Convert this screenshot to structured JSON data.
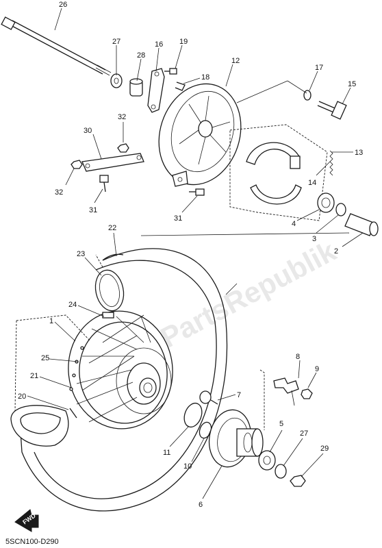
{
  "diagram": {
    "code": "5SCN100-D290",
    "watermark": "PartsRepublik",
    "fwd_label": "FWD",
    "callouts": [
      {
        "id": "c26",
        "label": "26"
      },
      {
        "id": "c27a",
        "label": "27"
      },
      {
        "id": "c28",
        "label": "28"
      },
      {
        "id": "c16",
        "label": "16"
      },
      {
        "id": "c19",
        "label": "19"
      },
      {
        "id": "c18",
        "label": "18"
      },
      {
        "id": "c12",
        "label": "12"
      },
      {
        "id": "c17",
        "label": "17"
      },
      {
        "id": "c15",
        "label": "15"
      },
      {
        "id": "c32a",
        "label": "32"
      },
      {
        "id": "c30",
        "label": "30"
      },
      {
        "id": "c32b",
        "label": "32"
      },
      {
        "id": "c31a",
        "label": "31"
      },
      {
        "id": "c31b",
        "label": "31"
      },
      {
        "id": "c13",
        "label": "13"
      },
      {
        "id": "c14",
        "label": "14"
      },
      {
        "id": "c4",
        "label": "4"
      },
      {
        "id": "c3",
        "label": "3"
      },
      {
        "id": "c2",
        "label": "2"
      },
      {
        "id": "c22",
        "label": "22"
      },
      {
        "id": "c23",
        "label": "23"
      },
      {
        "id": "c24",
        "label": "24"
      },
      {
        "id": "c1",
        "label": "1"
      },
      {
        "id": "c25",
        "label": "25"
      },
      {
        "id": "c21",
        "label": "21"
      },
      {
        "id": "c20",
        "label": "20"
      },
      {
        "id": "c8",
        "label": "8"
      },
      {
        "id": "c9",
        "label": "9"
      },
      {
        "id": "c7",
        "label": "7"
      },
      {
        "id": "c11",
        "label": "11"
      },
      {
        "id": "c10",
        "label": "10"
      },
      {
        "id": "c5",
        "label": "5"
      },
      {
        "id": "c27b",
        "label": "27"
      },
      {
        "id": "c29",
        "label": "29"
      },
      {
        "id": "c6",
        "label": "6"
      }
    ]
  }
}
